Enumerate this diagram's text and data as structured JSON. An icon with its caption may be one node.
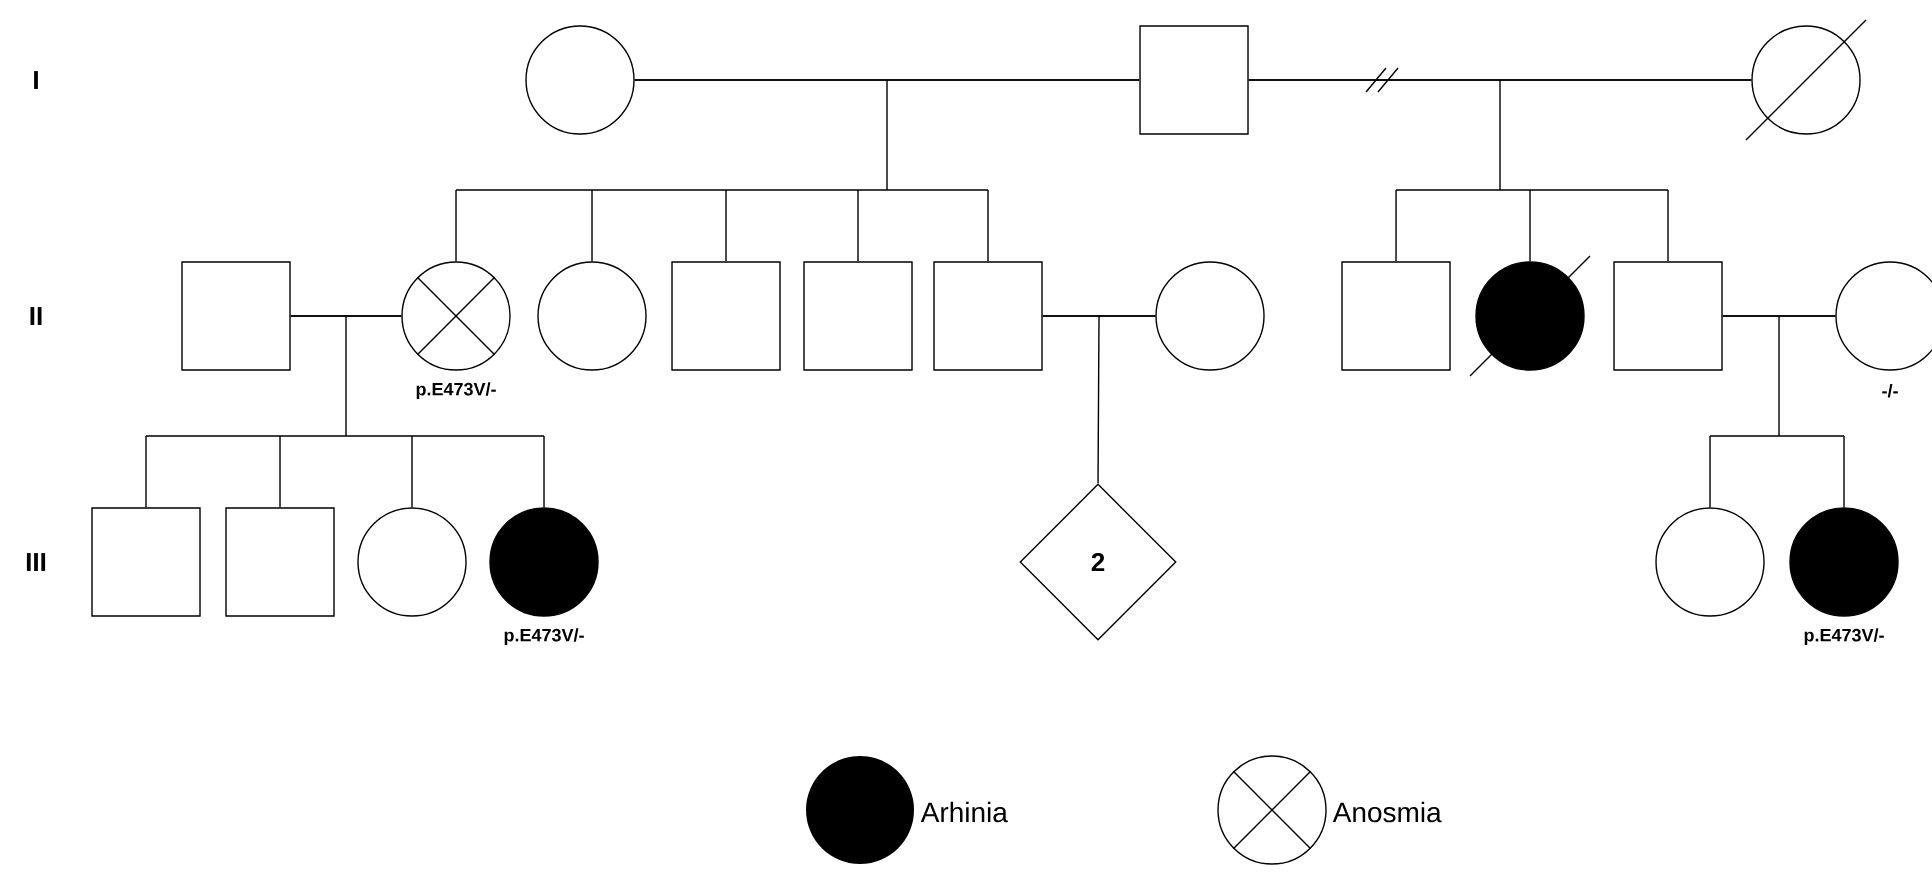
{
  "diagram": {
    "nodes": [
      {
        "text": [],
        "shape": "circle"
      },
      {
        "text": [],
        "shape": "box"
      },
      {
        "text": [],
        "shape": "circle"
      },
      {
        "text": [],
        "shape": "box"
      },
      {
        "text": [],
        "shape": "circle",
        "beside": [
          "p.E473V/-"
        ]
      },
      {
        "text": [],
        "shape": "circle"
      },
      {
        "text": [],
        "shape": "box"
      },
      {
        "text": [],
        "shape": "box"
      },
      {
        "text": [],
        "shape": "box"
      },
      {
        "text": [],
        "shape": "circle"
      },
      {
        "text": [],
        "shape": "box"
      },
      {
        "text": [],
        "shape": "circle"
      },
      {
        "text": [],
        "shape": "box"
      },
      {
        "text": [],
        "shape": "circle",
        "beside": [
          "-/-"
        ]
      },
      {
        "text": [],
        "shape": "box"
      },
      {
        "text": [],
        "shape": "box"
      },
      {
        "text": [],
        "shape": "circle"
      },
      {
        "text": [],
        "shape": "circle",
        "beside": [
          "p.E473V/-"
        ]
      },
      {
        "text": [
          "2"
        ]
      },
      {
        "text": [],
        "shape": "circle"
      },
      {
        "text": [],
        "shape": "circle",
        "beside": [
          "p.E473V/-"
        ]
      }
    ],
    "edges": [
      {
        "from": 0,
        "to": 1,
        "arrow": "none"
      },
      {
        "from": 1,
        "to": 2,
        "arrow": "none"
      },
      {
        "from": 3,
        "to": 4,
        "arrow": "none"
      },
      {
        "from": 8,
        "to": 9,
        "arrow": "none"
      },
      {
        "from": 12,
        "to": 13,
        "arrow": "none"
      },
      {
        "from": 1,
        "to": 4,
        "arrow": "none"
      },
      {
        "from": 0,
        "to": 4,
        "arrow": "none"
      },
      {
        "from": 1,
        "to": 5,
        "arrow": "none"
      },
      {
        "from": 0,
        "to": 5,
        "arrow": "none"
      },
      {
        "from": 1,
        "to": 6,
        "arrow": "none"
      },
      {
        "from": 0,
        "to": 6,
        "arrow": "none"
      },
      {
        "from": 1,
        "to": 7,
        "arrow": "none"
      },
      {
        "from": 0,
        "to": 7,
        "arrow": "none"
      },
      {
        "from": 1,
        "to": 8,
        "arrow": "none"
      },
      {
        "from": 0,
        "to": 8,
        "arrow": "none"
      },
      {
        "from": 1,
        "to": 10,
        "arrow": "none"
      },
      {
        "from": 2,
        "to": 10,
        "arrow": "none"
      },
      {
        "from": 1,
        "to": 11,
        "arrow": "none"
      },
      {
        "from": 2,
        "to": 11,
        "arrow": "none"
      },
      {
        "from": 1,
        "to": 12,
        "arrow": "none"
      },
      {
        "from": 2,
        "to": 12,
        "arrow": "none"
      },
      {
        "from": 3,
        "to": 14,
        "arrow": "none"
      },
      {
        "from": 4,
        "to": 14,
        "arrow": "none"
      },
      {
        "from": 3,
        "to": 15,
        "arrow": "none"
      },
      {
        "from": 4,
        "to": 15,
        "arrow": "none"
      },
      {
        "from": 3,
        "to": 16,
        "arrow": "none"
      },
      {
        "from": 4,
        "to": 16,
        "arrow": "none"
      },
      {
        "from": 3,
        "to": 17,
        "arrow": "none"
      },
      {
        "from": 4,
        "to": 17,
        "arrow": "none"
      },
      {
        "from": 8,
        "to": 18,
        "arrow": "none"
      },
      {
        "from": 9,
        "to": 18,
        "arrow": "none"
      },
      {
        "from": 12,
        "to": 19,
        "arrow": "none"
      },
      {
        "from": 13,
        "to": 19,
        "arrow": "none"
      },
      {
        "from": 12,
        "to": 20,
        "arrow": "none"
      },
      {
        "from": 13,
        "to": 20,
        "arrow": "none"
      }
    ],
    "labels": [
      "I",
      "II",
      "III"
    ],
    "legend": [
      {
        "text": "Arhinia",
        "color": "#000000"
      },
      {
        "text": "Anosmia"
      }
    ]
  }
}
